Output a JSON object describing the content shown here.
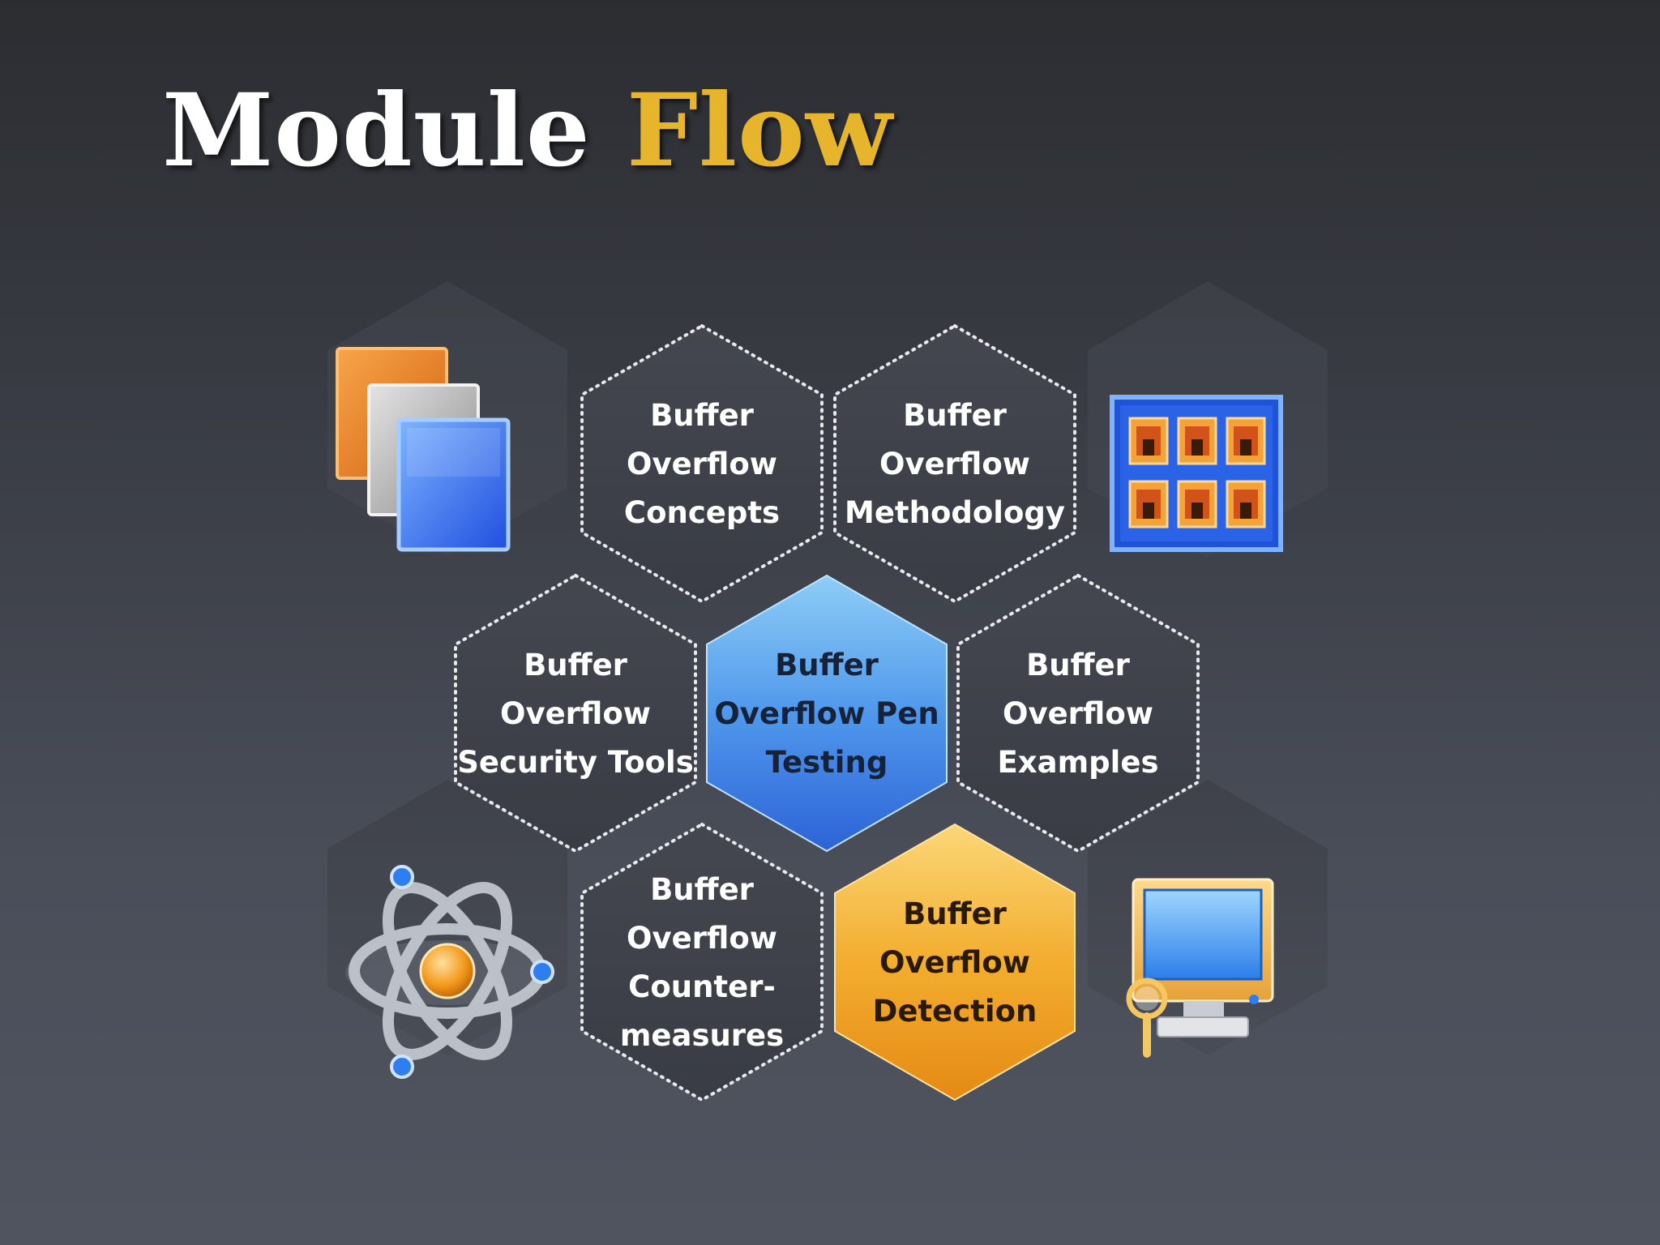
{
  "title": {
    "word1": "Module",
    "word2": "Flow"
  },
  "colors": {
    "title_primary": "#ffffff",
    "title_accent": "#e7b52c",
    "hex_dark": "#3d4048",
    "hex_highlight_blue": "#4a8ee8",
    "hex_highlight_orange": "#f0a424"
  },
  "modules": [
    {
      "id": "concepts",
      "lines": [
        "Buffer",
        "Overflow",
        "Concepts"
      ],
      "style": "dark"
    },
    {
      "id": "methodology",
      "lines": [
        "Buffer",
        "Overflow",
        "Methodology"
      ],
      "style": "dark"
    },
    {
      "id": "security-tools",
      "lines": [
        "Buffer",
        "Overflow",
        "Security Tools"
      ],
      "style": "dark"
    },
    {
      "id": "pen-testing",
      "lines": [
        "Buffer",
        "Overflow Pen",
        "Testing"
      ],
      "style": "blue"
    },
    {
      "id": "examples",
      "lines": [
        "Buffer",
        "Overflow",
        "Examples"
      ],
      "style": "dark"
    },
    {
      "id": "countermeasures",
      "lines": [
        "Buffer",
        "Overflow",
        "Counter-",
        "measures"
      ],
      "style": "dark"
    },
    {
      "id": "detection",
      "lines": [
        "Buffer",
        "Overflow",
        "Detection"
      ],
      "style": "orange"
    }
  ],
  "decor_icons": [
    "documents-stack-icon",
    "photo-grid-icon",
    "atom-icon",
    "computer-monitor-icon"
  ]
}
